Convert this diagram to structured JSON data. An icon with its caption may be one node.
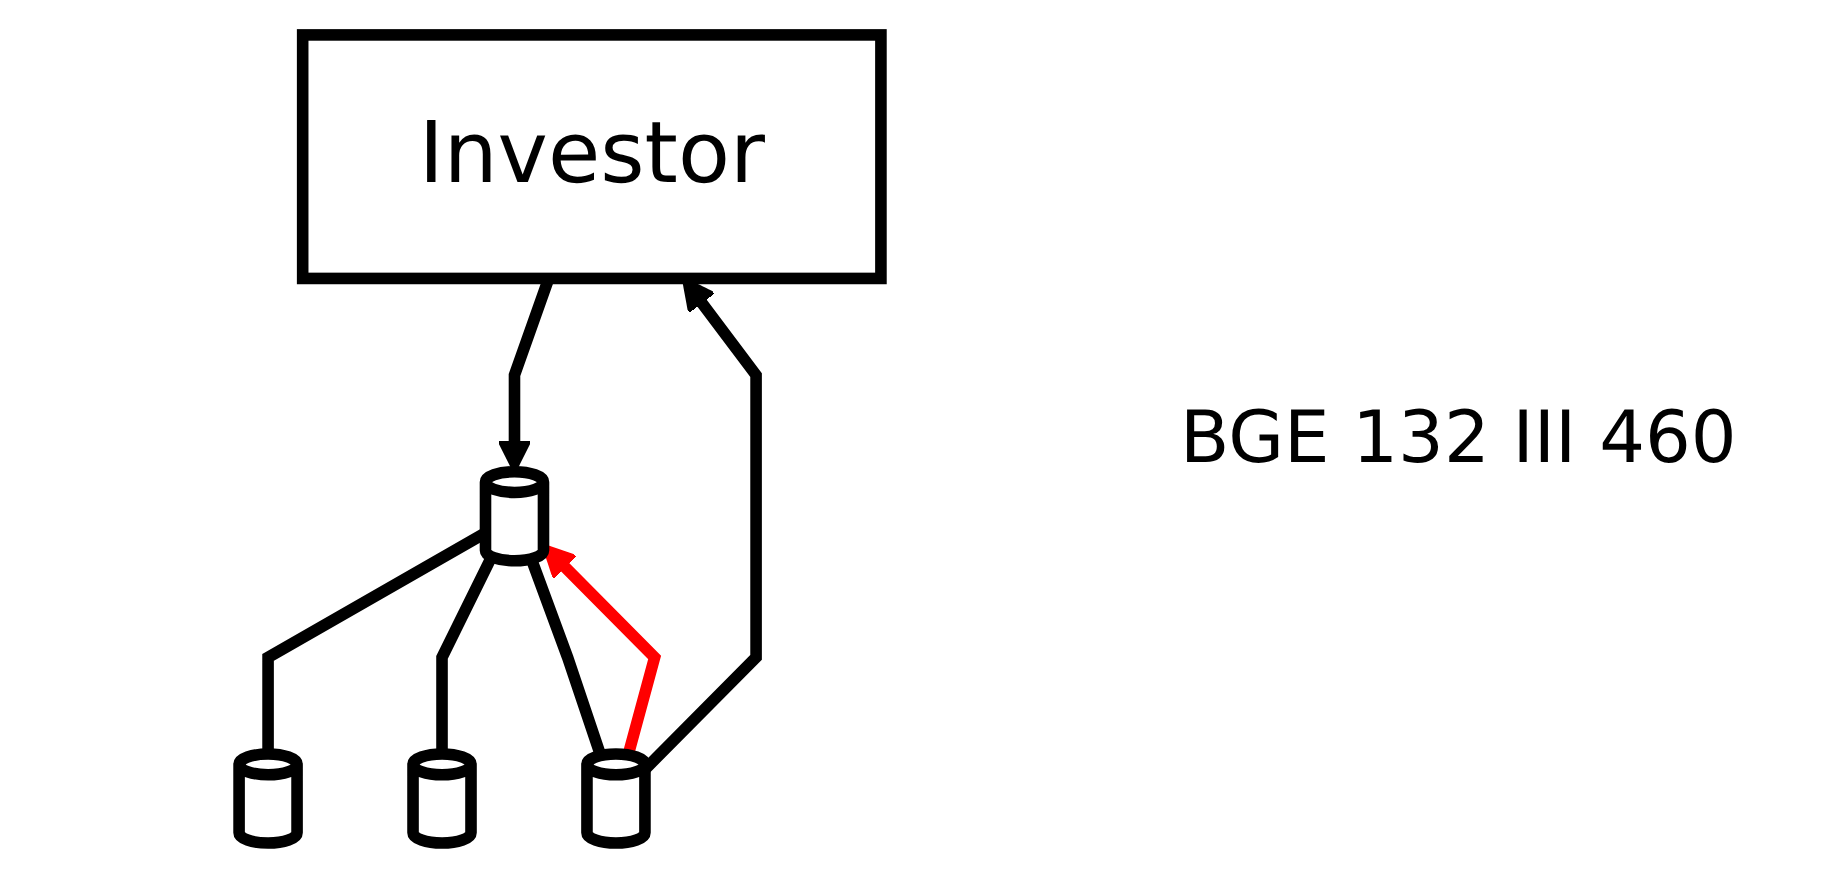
{
  "diagram": {
    "nodes": [
      {
        "text": [
          "Investor"
        ]
      },
      {
        "text": [],
        "shape": "cylinder"
      },
      {
        "text": [],
        "shape": "cylinder"
      },
      {
        "text": [],
        "shape": "cylinder"
      },
      {
        "text": [],
        "shape": "cylinder"
      }
    ],
    "edges": [
      {
        "from": 0,
        "to": 1,
        "arrow": "to"
      },
      {
        "from": 1,
        "to": 2,
        "arrow": "none"
      },
      {
        "from": 1,
        "to": 3,
        "arrow": "none"
      },
      {
        "from": 1,
        "to": 4,
        "arrow": "none"
      },
      {
        "from": 4,
        "to": 1,
        "arrow": "to",
        "color": "#ff0000"
      },
      {
        "from": 4,
        "to": 0,
        "arrow": "to"
      }
    ],
    "labels": [
      "BGE 132 III 460"
    ]
  }
}
